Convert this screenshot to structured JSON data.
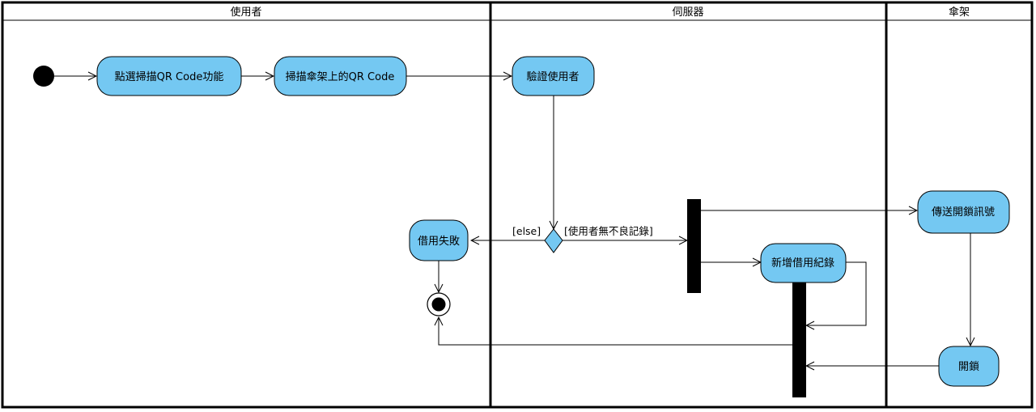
{
  "lanes": {
    "user": "使用者",
    "server": "伺服器",
    "rack": "傘架"
  },
  "actions": {
    "select_scan": "點選掃描QR Code功能",
    "scan_qr": "掃描傘架上的QR Code",
    "verify_user": "驗證使用者",
    "borrow_fail": "借用失敗",
    "send_unlock": "傳送開鎖訊號",
    "add_record": "新增借用紀錄",
    "unlock": "開鎖"
  },
  "guards": {
    "else": "[else]",
    "no_bad_record": "[使用者無不良記錄]"
  }
}
